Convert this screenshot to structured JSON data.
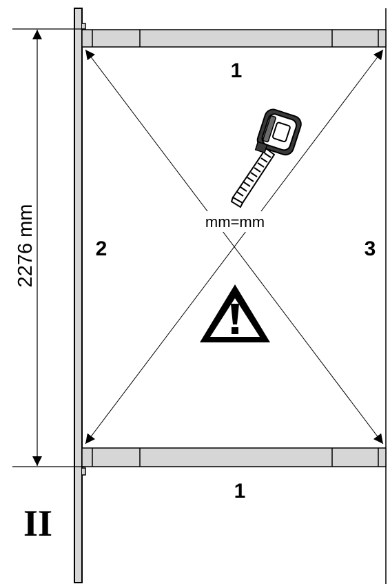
{
  "dimension": {
    "height_label": "2276 mm"
  },
  "measure_labels": {
    "top": "1",
    "left": "2",
    "right": "3",
    "bottom": "1"
  },
  "note": {
    "equality": "mm=mm"
  },
  "section": {
    "roman_numeral": "II"
  },
  "icons": {
    "tape": "tape-measure-icon",
    "warning": "warning-triangle-icon"
  },
  "colors": {
    "rail_fill": "#d6d6d6",
    "stroke": "#000000",
    "background": "#ffffff"
  }
}
